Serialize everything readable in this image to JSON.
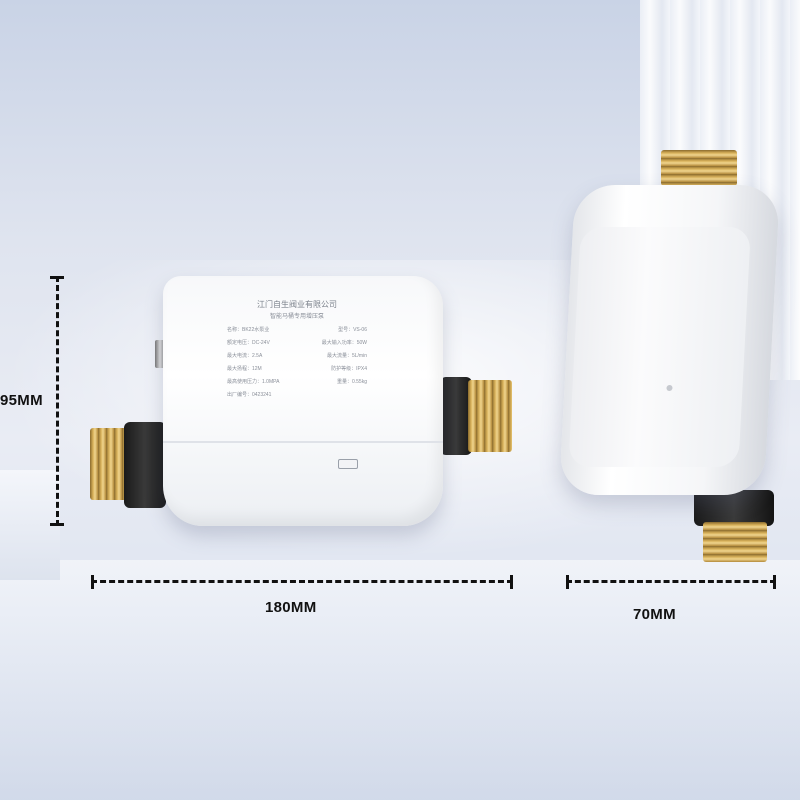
{
  "dimensions": {
    "height_label": "95MM",
    "length_label": "180MM",
    "width_label": "70MM"
  },
  "nameplate": {
    "company": "江门自生阀业有限公司",
    "product": "智能马桶专用增压泵",
    "rows": [
      [
        "名称：BK22水泵业",
        "型号：VS-06"
      ],
      [
        "额定电压：DC-24V",
        "最大输入功率：50W"
      ],
      [
        "最大电流：2.5A",
        "最大流量：5L/min"
      ],
      [
        "最大扬程：12M",
        "防护等级：IPX4"
      ],
      [
        "最高使用压力：1.0MPA",
        "重量：0.55kg"
      ],
      [
        "出厂编号：0423241",
        ""
      ]
    ]
  },
  "colors": {
    "background": "#dfe4ef",
    "device_body": "#ffffff",
    "brass": "#d8b15a",
    "coupler": "#1a1a1a",
    "dimension_lines": "#111111"
  }
}
